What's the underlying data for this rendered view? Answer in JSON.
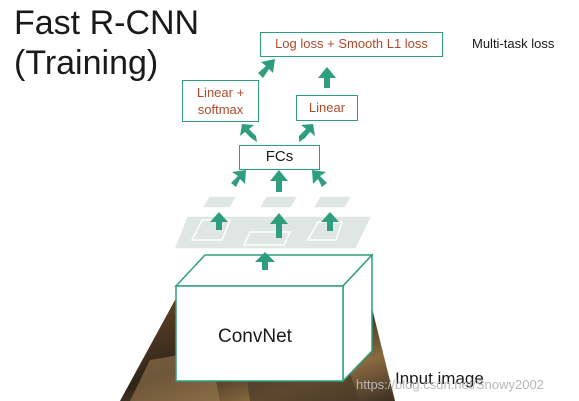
{
  "title_line1": "Fast R-CNN",
  "title_line2": "(Training)",
  "loss_box": "Log loss + Smooth L1 loss",
  "multitask_label": "Multi-task loss",
  "cls_head_line1": "Linear +",
  "cls_head_line2": "softmax",
  "reg_head": "Linear",
  "fcs_box": "FCs",
  "convnet_label": "ConvNet",
  "input_label": "Input image",
  "watermark": "https://blog.csdn.net/Snowy2002",
  "colors": {
    "accent": "#2f9e7f",
    "head_text": "#b04a2a",
    "feature_fill": "#dfe6e3"
  }
}
